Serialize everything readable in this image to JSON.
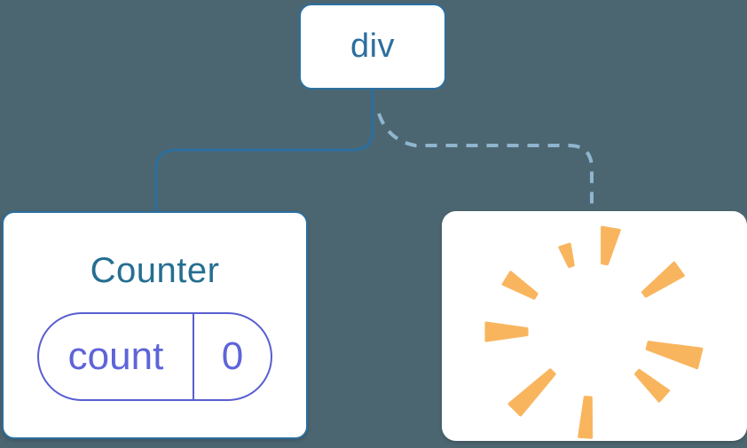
{
  "colors": {
    "background": "#4C6671",
    "card-bg": "#FFFFFF",
    "node-blue": "#2B6F9F",
    "counter-title": "#256E91",
    "pill-purple": "#585ED0",
    "pill-text": "#5E64D8",
    "dashed-blue": "#8FB5CF",
    "poof-orange": "#F9B55E"
  },
  "tree": {
    "root": {
      "label": "div"
    },
    "counter": {
      "title": "Counter",
      "state": {
        "key": "count",
        "value": "0"
      }
    },
    "removed": {
      "icon": "poof-icon"
    }
  }
}
